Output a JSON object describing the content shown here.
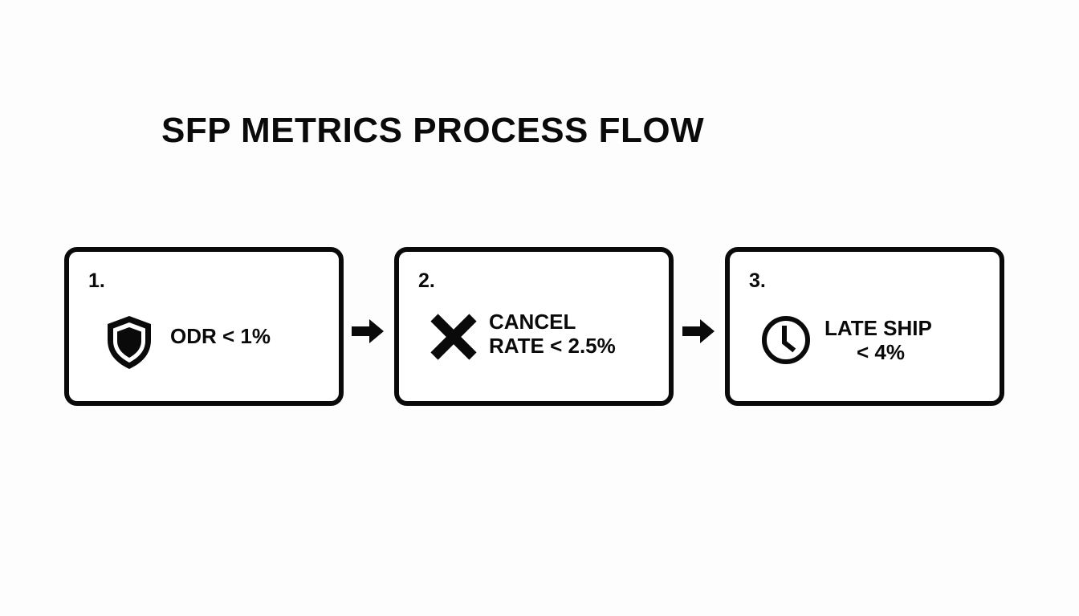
{
  "title": "SFP METRICS PROCESS FLOW",
  "steps": [
    {
      "number": "1.",
      "icon": "shield-icon",
      "label_line1": "ODR < 1%",
      "label_line2": ""
    },
    {
      "number": "2.",
      "icon": "x-icon",
      "label_line1": "CANCEL",
      "label_line2": "RATE < 2.5%"
    },
    {
      "number": "3.",
      "icon": "clock-icon",
      "label_line1": "LATE SHIP",
      "label_line2": "< 4%"
    }
  ],
  "connectors": [
    "arrow-right-icon",
    "arrow-right-icon"
  ],
  "colors": {
    "stroke": "#0a0a0a",
    "background": "#fdfdfd"
  }
}
